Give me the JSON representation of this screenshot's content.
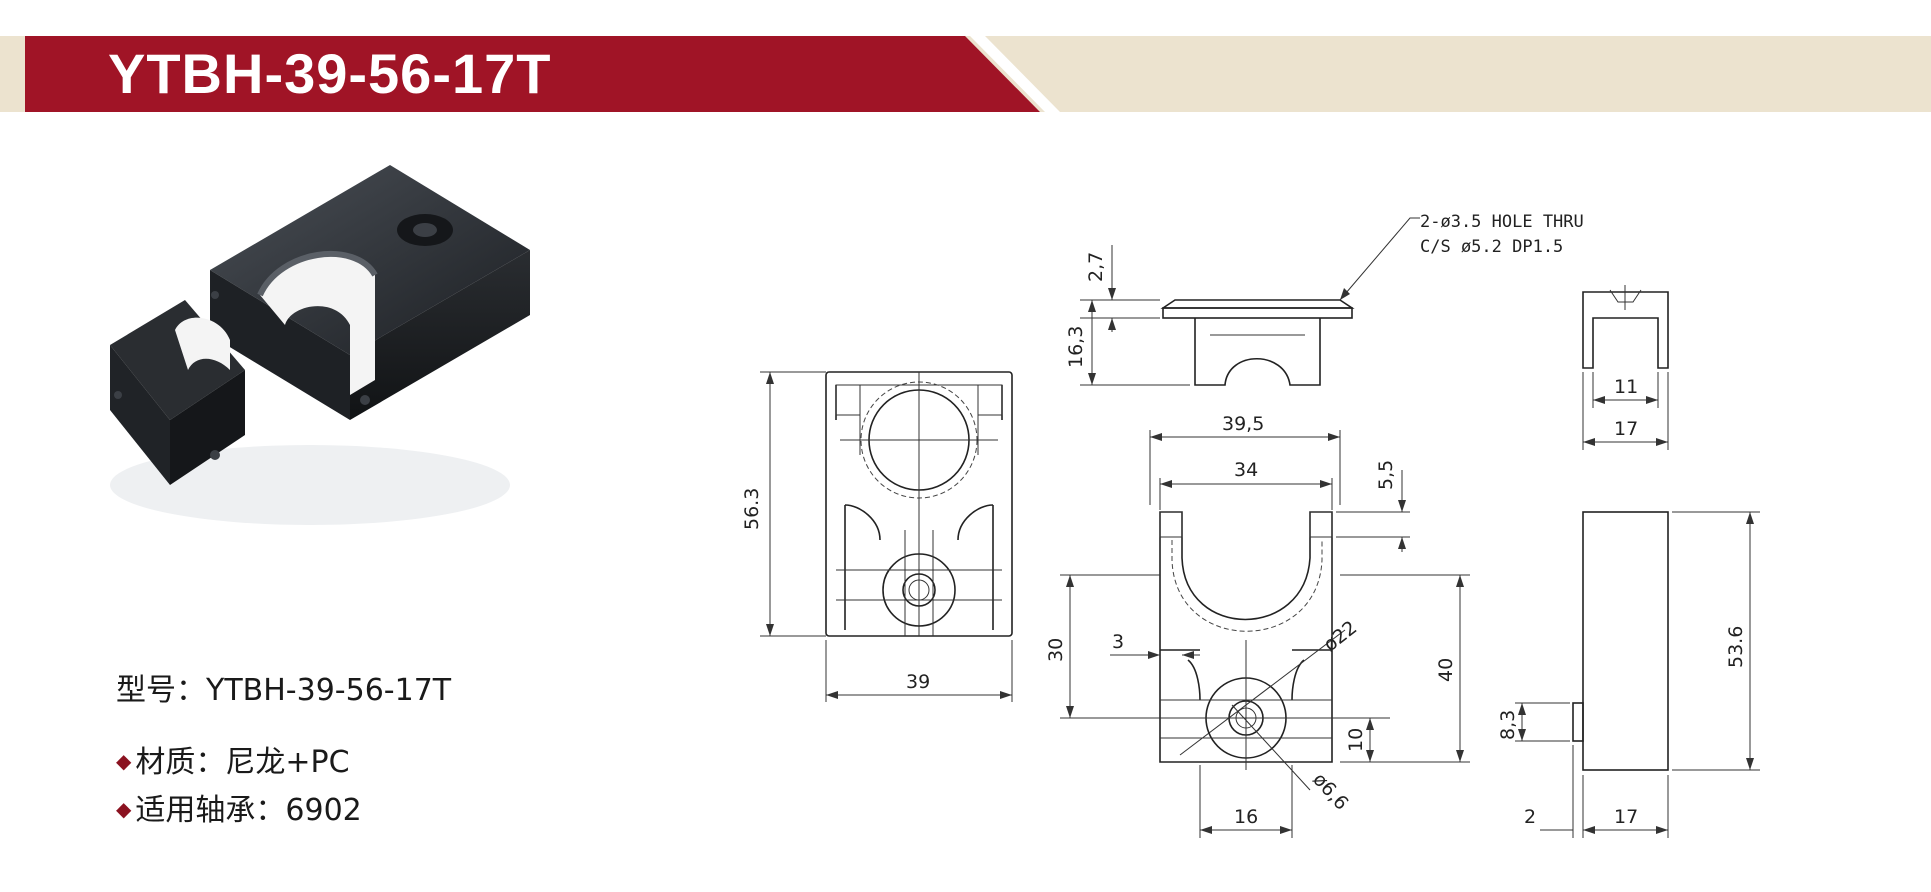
{
  "header": {
    "title": "YTBH-39-56-17T",
    "colors": {
      "band_red": "#a01426",
      "band_beige": "#ece3cf"
    }
  },
  "specs": {
    "model": "型号：YTBH-39-56-17T",
    "material": "材质：尼龙+PC",
    "bearing": "适用轴承：6902"
  },
  "drawing": {
    "hole_note_line1": "2-ø3.5 HOLE THRU",
    "hole_note_line2": "C/S ø5.2 DP1.5",
    "dims": {
      "d_2_7": "2,7",
      "d_16_3": "16,3",
      "d_56_3": "56.3",
      "d_39": "39",
      "d_39_5": "39,5",
      "d_34": "34",
      "d_5_5": "5,5",
      "d_30": "30",
      "d_3": "3",
      "d_40": "40",
      "d_22": "ø22",
      "d_10": "10",
      "d_6_6": "ø6,6",
      "d_16": "16",
      "d_11": "11",
      "d_17_top": "17",
      "d_53_6": "53.6",
      "d_8_3": "8,3",
      "d_2": "2",
      "d_17_bottom": "17"
    }
  }
}
